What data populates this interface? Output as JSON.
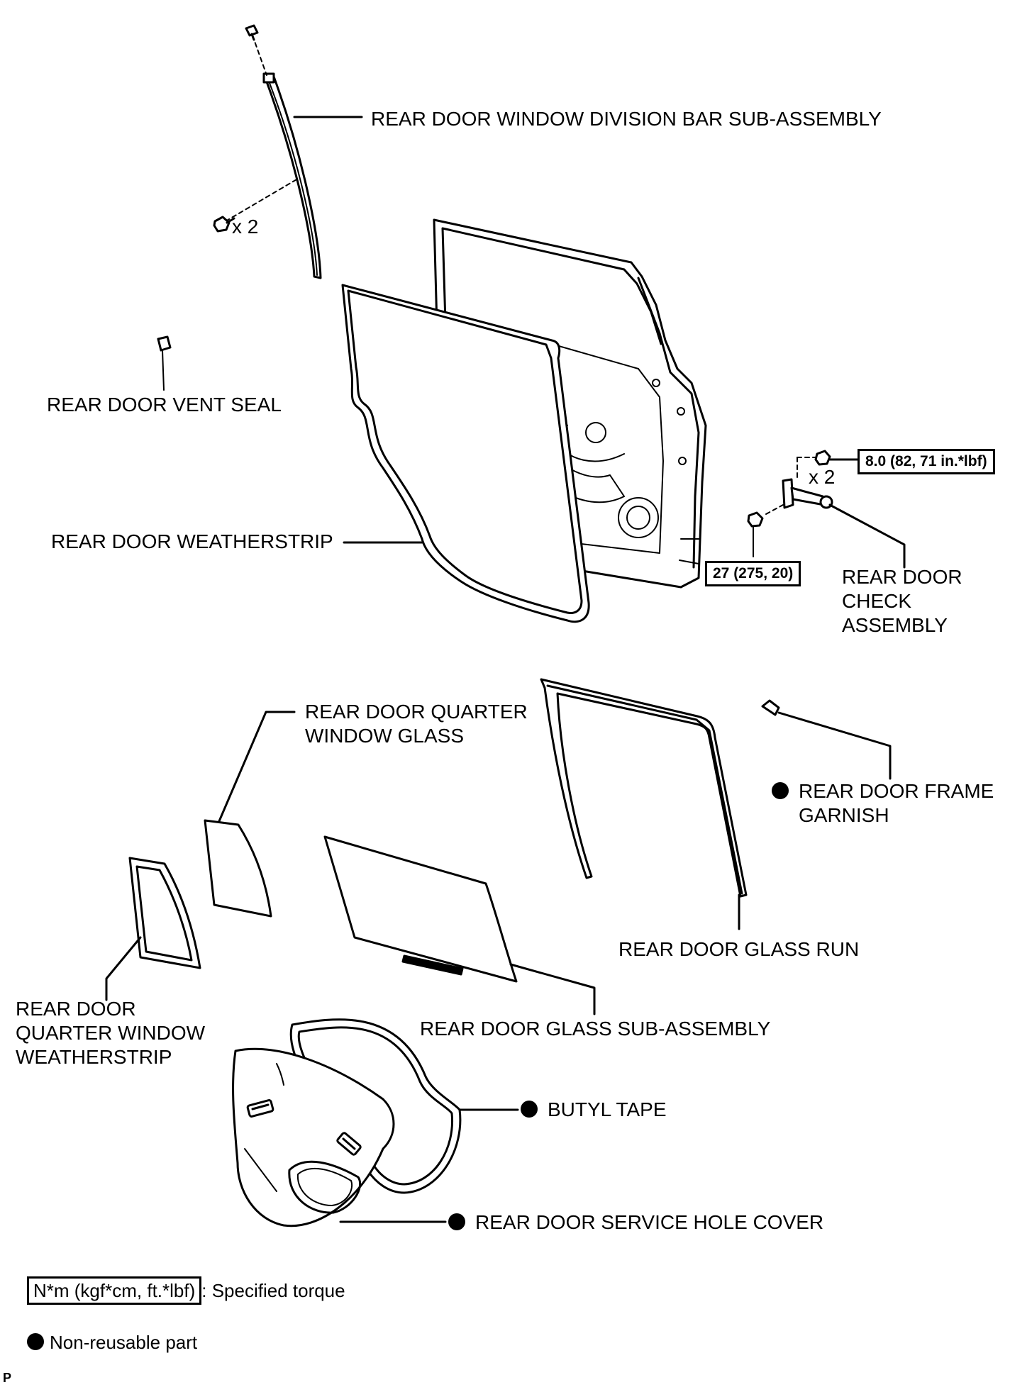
{
  "labels": {
    "division_bar": "REAR DOOR WINDOW DIVISION BAR SUB-ASSEMBLY",
    "bolt_qty_1": "x 2",
    "vent_seal": "REAR DOOR VENT SEAL",
    "weatherstrip": "REAR DOOR WEATHERSTRIP",
    "torque_small": "8.0 (82, 71 in.*lbf)",
    "bolt_qty_2": "x 2",
    "torque_large": "27 (275, 20)",
    "check_assembly": [
      "REAR DOOR",
      "CHECK",
      "ASSEMBLY"
    ],
    "quarter_glass": [
      "REAR DOOR QUARTER",
      "WINDOW GLASS"
    ],
    "frame_garnish": [
      "REAR DOOR FRAME",
      "GARNISH"
    ],
    "glass_run": "REAR DOOR GLASS RUN",
    "quarter_weatherstrip": [
      "REAR DOOR",
      "QUARTER WINDOW",
      "WEATHERSTRIP"
    ],
    "glass_subassembly": "REAR DOOR GLASS SUB-ASSEMBLY",
    "butyl_tape": "BUTYL TAPE",
    "service_hole_cover": "REAR DOOR SERVICE HOLE COVER"
  },
  "legend": {
    "torque_unit": "N*m (kgf*cm, ft.*lbf)",
    "torque_text": ": Specified torque",
    "nonreusable_text": "Non-reusable part"
  },
  "footer_code": "P"
}
